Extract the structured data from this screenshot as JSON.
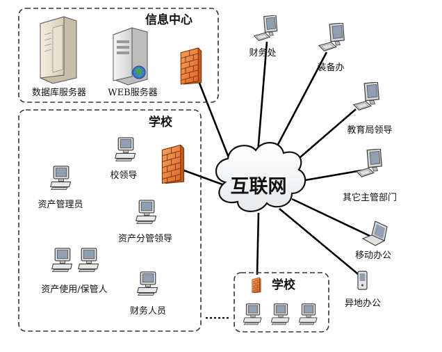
{
  "groups": {
    "info_center": {
      "title": "信息中心",
      "db_server": "数据库服务器",
      "web_server": "WEB服务器"
    },
    "school_main": {
      "title": "学校",
      "principal": "校领导",
      "asset_manager": "资产管理员",
      "asset_division_leader": "资产分管领导",
      "asset_user": "资产使用/保管人",
      "finance_staff": "财务人员"
    },
    "school_small": {
      "title": "学校"
    }
  },
  "internet": {
    "label": "互联网"
  },
  "remote_nodes": {
    "finance_office": "财务处",
    "equipment_office": "装备办",
    "education_bureau": "教育局领导",
    "other_departments": "其它主管部门",
    "mobile_office": "移动办公",
    "remote_office": "异地办公"
  },
  "colors": {
    "firewall": "#ee7a2e",
    "line": "#000000",
    "dashed_border": "#333333",
    "monitor_screen": "#8fa0b2"
  }
}
